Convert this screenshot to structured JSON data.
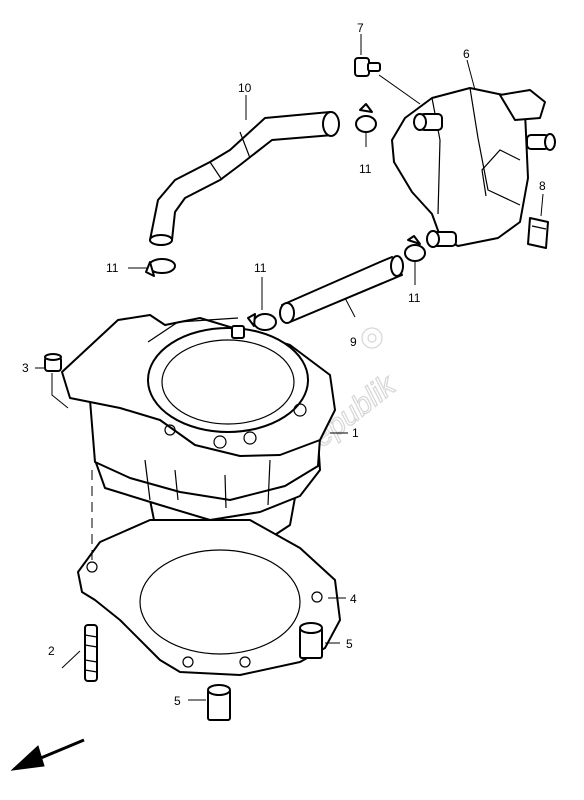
{
  "callouts": {
    "c1": "1",
    "c2": "2",
    "c3": "3",
    "c4": "4",
    "c5a": "5",
    "c5b": "5",
    "c6": "6",
    "c7": "7",
    "c8": "8",
    "c9": "9",
    "c10": "10",
    "c11a": "11",
    "c11b": "11",
    "c11c": "11",
    "c11d": "11"
  },
  "watermark": "PartsRepublik",
  "icons": {
    "direction_arrow": "front-direction-arrow-icon"
  }
}
